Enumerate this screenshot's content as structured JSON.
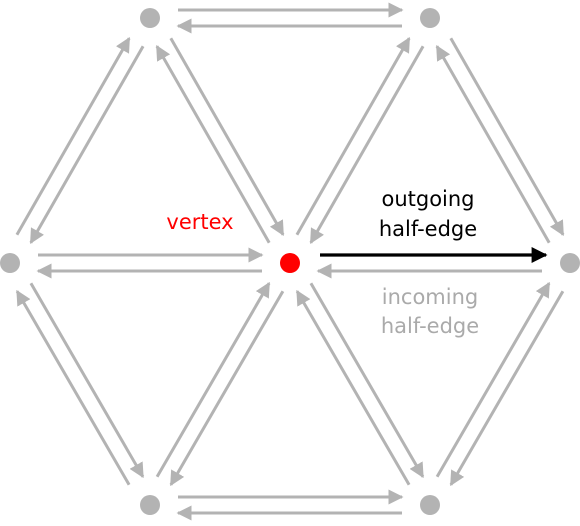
{
  "labels": {
    "vertex": "vertex",
    "outgoing_line1": "outgoing",
    "outgoing_line2": "half-edge",
    "incoming_line1": "incoming",
    "incoming_line2": "half-edge"
  },
  "colors": {
    "gray": "#b3b3b3",
    "highlight": "#ff0000",
    "outgoing": "#000000",
    "incoming_text": "#aaaaaa",
    "background": "#ffffff"
  }
}
